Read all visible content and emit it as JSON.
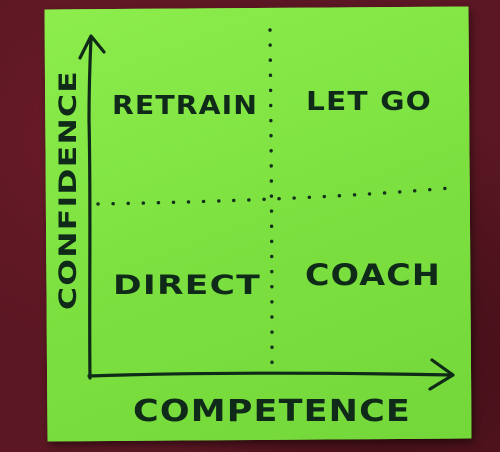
{
  "diagram": {
    "y_axis_label": "CONFIDENCE",
    "x_axis_label": "COMPETENCE",
    "quadrants": {
      "top_left": "RETRAIN",
      "top_right": "LET GO",
      "bottom_left": "DIRECT",
      "bottom_right": "COACH"
    }
  },
  "colors": {
    "note": "#7fe342",
    "ink": "#102a18",
    "background": "#5b1723"
  }
}
